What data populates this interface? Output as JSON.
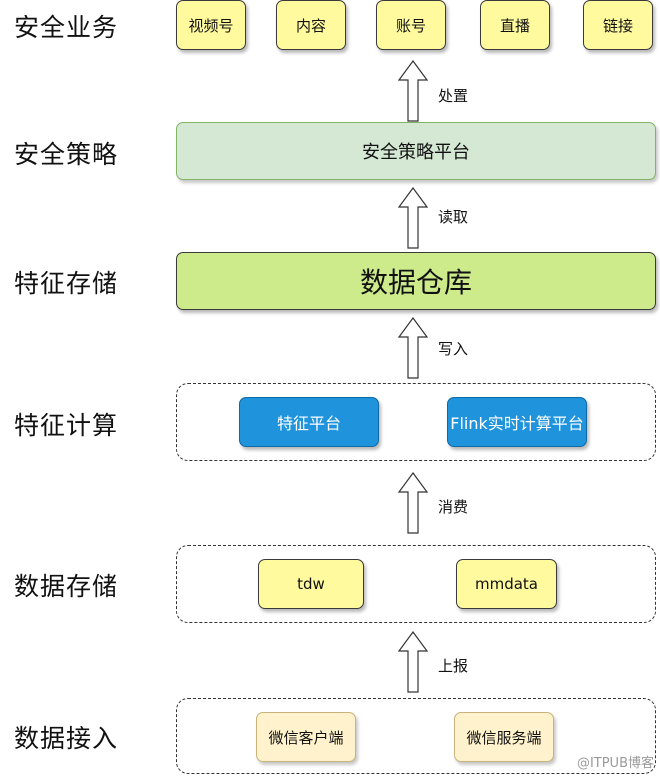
{
  "layers": {
    "business": "安全业务",
    "strategy": "安全策略",
    "storage_feature": "特征存储",
    "compute": "特征计算",
    "data_storage": "数据存储",
    "ingest": "数据接入"
  },
  "business_items": [
    "视频号",
    "内容",
    "账号",
    "直播",
    "链接"
  ],
  "strategy_platform": "安全策略平台",
  "warehouse": "数据仓库",
  "compute_items": [
    "特征平台",
    "Flink实时计算平台"
  ],
  "storage_items": [
    "tdw",
    "mmdata"
  ],
  "ingest_items": [
    "微信客户端",
    "微信服务端"
  ],
  "arrows": {
    "dispose": "处置",
    "read": "读取",
    "write": "写入",
    "consume": "消费",
    "report": "上报"
  },
  "watermark": "@ITPUB博客"
}
